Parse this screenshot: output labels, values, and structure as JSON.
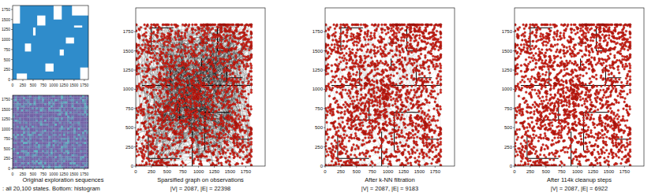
{
  "diagram": {
    "labels": [
      "0",
      "250",
      "500",
      "750",
      "1000",
      "1250",
      "1500",
      "1750",
      "0",
      "250",
      "500",
      "750",
      "1000",
      "1250",
      "1500",
      "1750",
      "0",
      "250",
      "500",
      "750",
      "1000",
      "1250",
      "1500",
      "1750",
      "0",
      "250",
      "500",
      "750",
      "1000",
      "1250",
      "1500",
      "1750",
      "Original exploration sequences",
      ": all 20,100 states. Bottom: histogram",
      "0",
      "250",
      "500",
      "750",
      "1000",
      "1250",
      "1500",
      "1750",
      "0",
      "250",
      "500",
      "750",
      "1000",
      "1250",
      "1500",
      "1750",
      "Sparsified graph on observations",
      "|V| = 2087, |E| = 22398",
      "0",
      "250",
      "500",
      "750",
      "1000",
      "1250",
      "1500",
      "1750",
      "0",
      "250",
      "500",
      "750",
      "1000",
      "1250",
      "1500",
      "1750",
      "After k-NN filtration",
      "|V| = 2087, |E| = 9183",
      "0",
      "250",
      "500",
      "750",
      "1000",
      "1250",
      "1500",
      "1750",
      "0",
      "250",
      "500",
      "750",
      "1000",
      "1250",
      "1500",
      "1750",
      "After 114k cleanup steps",
      "|V| = 2087, |E| = 6922"
    ]
  }
}
